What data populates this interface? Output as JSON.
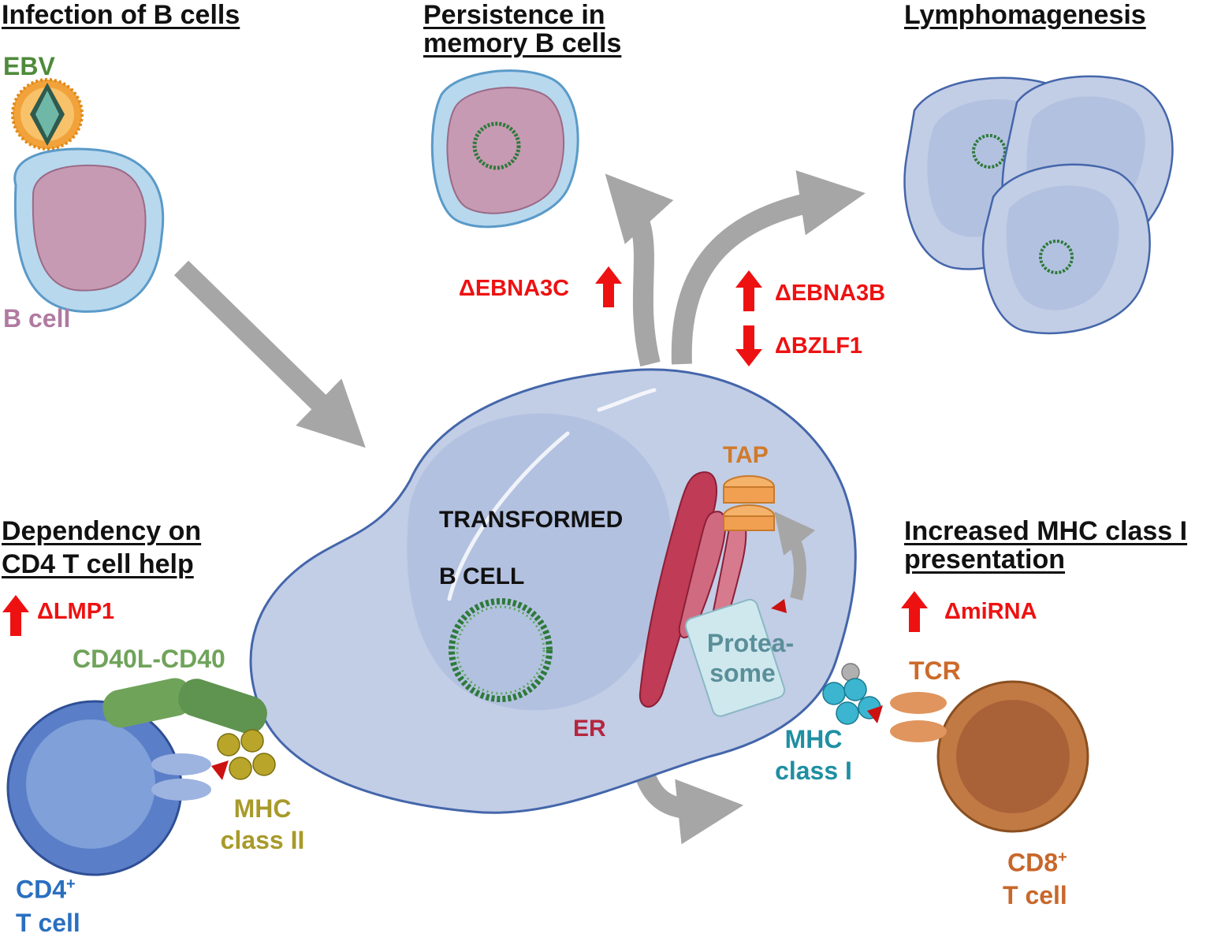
{
  "titles": {
    "infection": "Infection of B cells",
    "persistence_1": "Persistence in",
    "persistence_2": "memory B cells",
    "lymphomagenesis": "Lymphomagenesis",
    "dependency_1": "Dependency on",
    "dependency_2": "CD4 T cell help",
    "increased_1": "Increased MHC class I",
    "increased_2": "presentation"
  },
  "labels": {
    "ebv": "EBV",
    "b_cell": "B cell",
    "transformed_1": "TRANSFORMED",
    "transformed_2": "B CELL",
    "tap": "TAP",
    "er": "ER",
    "proteasome_1": "Protea-",
    "proteasome_2": "some",
    "cd40l_cd40": "CD40L-CD40",
    "mhc_class_ii_1": "MHC",
    "mhc_class_ii_2": "class II",
    "mhc_class_i_1": "MHC",
    "mhc_class_i_2": "class I",
    "tcr": "TCR",
    "cd4_1": "CD4",
    "cd4_sup": "+",
    "cd4_2": "T cell",
    "cd8_1": "CD8",
    "cd8_sup": "+",
    "cd8_2": "T cell"
  },
  "mutants": {
    "ebna3c": "ΔEBNA3C",
    "ebna3b": "ΔEBNA3B",
    "bzlf1": "ΔBZLF1",
    "lmp1": "ΔLMP1",
    "mirna": "ΔmiRNA"
  },
  "colors": {
    "title": "#111111",
    "mutant": "#ee1111",
    "ebv": "#4e8a3a",
    "b_cell": "#b07aa1",
    "tap": "#d07a2a",
    "er": "#b5253f",
    "proteasome": "#5a8f9a",
    "cd40": "#6fa35a",
    "mhc_ii": "#a89a2a",
    "mhc_i": "#1f8fa3",
    "tcr": "#cc6a2a",
    "cd4": "#2a6fc0",
    "cd8": "#c8672a",
    "arrow": "#a6a6a6",
    "cell_body": "#c2cde6",
    "cell_edge": "#4466aa"
  }
}
